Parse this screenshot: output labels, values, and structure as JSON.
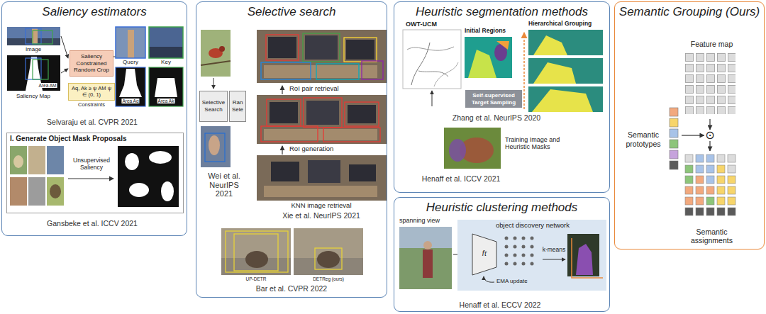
{
  "diagram": {
    "nodes": [
      {
        "text": [
          "Saliency estimators"
        ]
      },
      {
        "text": [
          "Saliency Constrained Random Crop"
        ],
        "in": 0
      },
      {
        "text": [
          "Aq, Ak ≥ ψ AM ψ ∈ (0, 1)",
          "Constraints"
        ],
        "in": 0
      },
      {
        "text": [
          "I. Generate Object Mask Proposals"
        ],
        "in": 0
      },
      {
        "text": [
          "Selective search"
        ]
      },
      {
        "text": [
          "Selective Search"
        ],
        "in": 4
      },
      {
        "text": [
          "Ran Sele"
        ],
        "in": 4
      },
      {
        "text": [
          "Heuristic segmentation methods"
        ]
      },
      {
        "text": [
          "Self-supervised Target Sampling"
        ],
        "in": 7
      },
      {
        "text": [
          "Heuristic clustering methods"
        ]
      },
      {
        "text": [
          "object discovery network"
        ],
        "in": 9
      },
      {
        "text": [
          "Semantic Grouping (Ours)"
        ]
      },
      {
        "text": [
          "Feature map"
        ],
        "in": 11
      },
      {
        "text": [
          "⊙"
        ],
        "in": 11
      },
      {
        "text": [
          "Semantic prototypes"
        ],
        "in": 11
      },
      {
        "text": [
          "Semantic assignments"
        ],
        "in": 11
      }
    ],
    "edges": [
      {
        "from": 12,
        "to": 13,
        "arrow": "to"
      },
      {
        "from": 14,
        "to": 13,
        "arrow": "to"
      },
      {
        "from": 13,
        "to": 15,
        "arrow": "to"
      }
    ],
    "labels": [
      "Image",
      "Area AM",
      "Saliency Map",
      "Query",
      "Key",
      "Area Aq",
      "Area Ak",
      "Selvaraju et al. CVPR 2021",
      "Unsupervised Saliency",
      "Gansbeke et al. ICCV 2021",
      "Wei et al. NeurIPS 2021",
      "RoI pair retrieval",
      "RoI generation",
      "KNN image retrieval",
      "Xie et al. NeurIPS 2021",
      "UP-DETR",
      "DETReg (ours)",
      "Bar et al. CVPR 2022",
      "OWT-UCM",
      "Initial Regions",
      "Hierarchical Grouping",
      "Zhang et al. NeurIPS 2020",
      "Training Image and Heuristic Masks",
      "Henaff et al. ICCV 2021",
      "spanning view",
      "fτ",
      "k-means",
      "EMA update",
      "Henaff et al. ECCV 2022"
    ]
  }
}
